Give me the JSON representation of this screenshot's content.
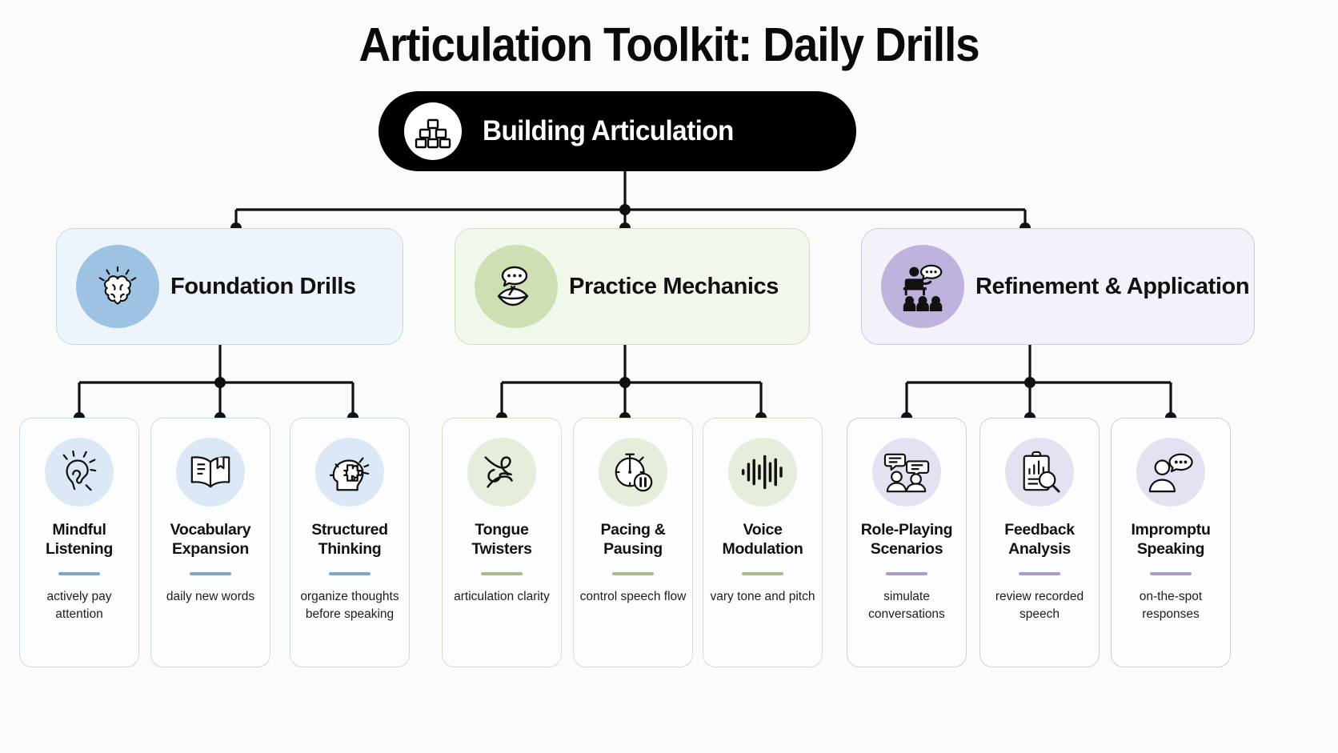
{
  "page": {
    "title": "Articulation Toolkit: Daily Drills"
  },
  "root": {
    "label": "Building Articulation",
    "icon": "bricks-stack-icon"
  },
  "colors": {
    "blue_accent": "#7ba7cc",
    "green_accent": "#a8bd8a",
    "purple_accent": "#a99cc9",
    "root_background": "#000000"
  },
  "categories": [
    {
      "label": "Foundation Drills",
      "icon": "brain-icon"
    },
    {
      "label": "Practice Mechanics",
      "icon": "lips-speech-bubble-icon"
    },
    {
      "label": "Refinement & Application",
      "icon": "presenter-audience-icon"
    }
  ],
  "leaves": [
    {
      "title": "Mindful Listening",
      "desc": "actively pay attention",
      "icon": "ear-listening-icon"
    },
    {
      "title": "Vocabulary Expansion",
      "desc": "daily new words",
      "icon": "open-book-icon"
    },
    {
      "title": "Structured Thinking",
      "desc": "organize thoughts before speaking",
      "icon": "head-puzzle-icon"
    },
    {
      "title": "Tongue Twisters",
      "desc": "articulation clarity",
      "icon": "twisted-knot-icon"
    },
    {
      "title": "Pacing & Pausing",
      "desc": "control speech flow",
      "icon": "stopwatch-pause-icon"
    },
    {
      "title": "Voice Modulation",
      "desc": "vary tone and pitch",
      "icon": "waveform-icon"
    },
    {
      "title": "Role-Playing Scenarios",
      "desc": "simulate conversations",
      "icon": "two-people-chat-icon"
    },
    {
      "title": "Feedback Analysis",
      "desc": "review recorded speech",
      "icon": "clipboard-magnifier-icon"
    },
    {
      "title": "Impromptu Speaking",
      "desc": "on-the-spot responses",
      "icon": "person-speech-bubble-icon"
    }
  ]
}
